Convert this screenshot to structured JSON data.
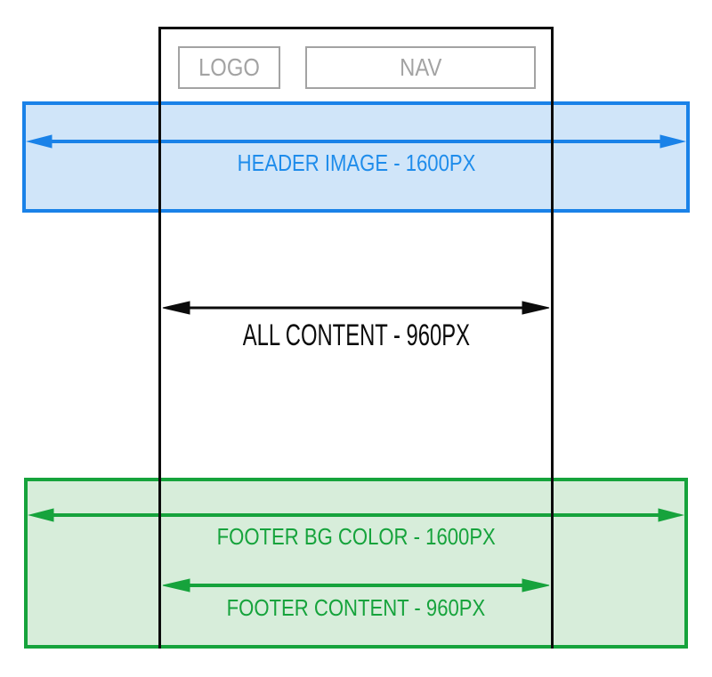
{
  "container": {
    "logo_label": "LOGO",
    "nav_label": "NAV",
    "frame_color": "#0c0c0c",
    "box_color": "#a3a3a3"
  },
  "header_band": {
    "label": "HEADER IMAGE - 1600PX",
    "border_color": "#1a82e8",
    "fill_color": "#d0e5f9",
    "text_color": "#1e8ceb"
  },
  "content_width": {
    "label": "ALL CONTENT - 960PX",
    "color": "#0c0c0c"
  },
  "footer_band": {
    "bg_label": "FOOTER BG COLOR - 1600PX",
    "content_label": "FOOTER CONTENT - 960PX",
    "border_color": "#16a33c",
    "fill_color": "#d7edda",
    "text_color": "#16a33c"
  }
}
